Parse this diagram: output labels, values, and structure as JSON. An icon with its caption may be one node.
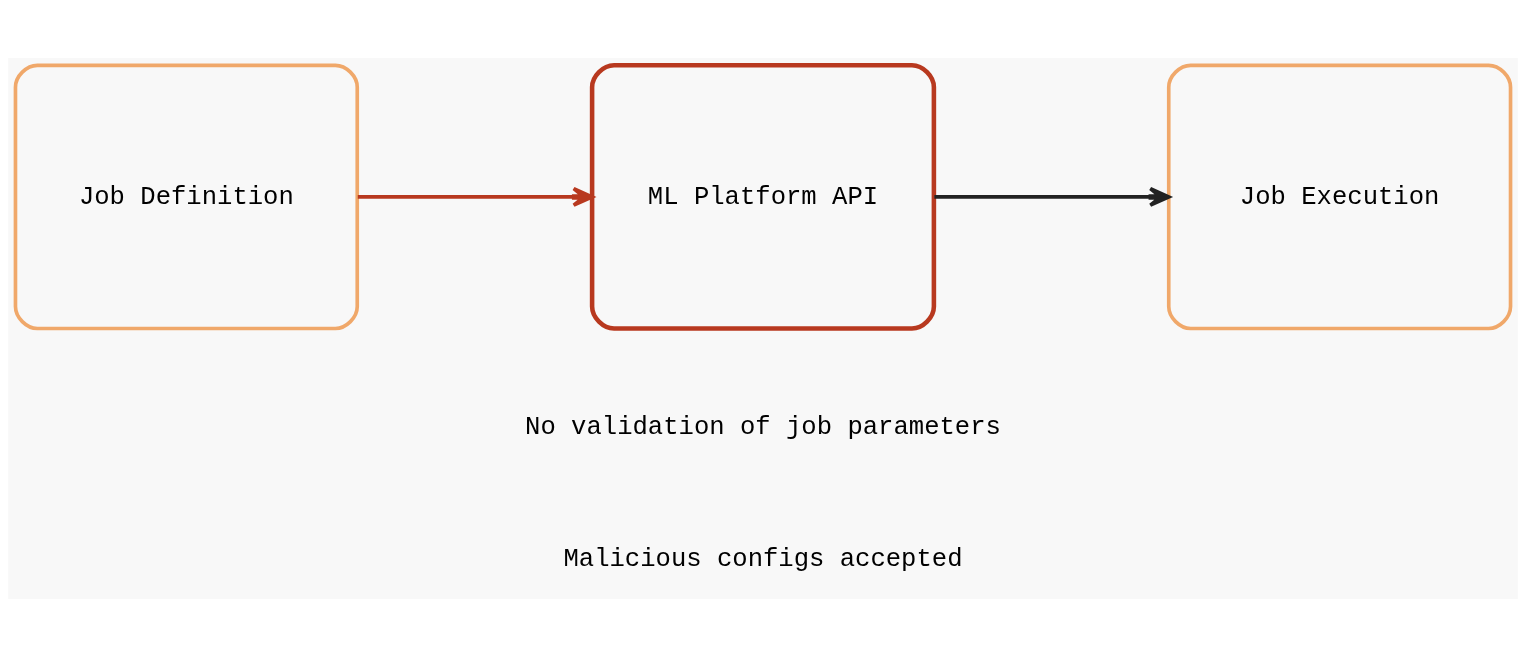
{
  "diagram": {
    "nodes": [
      {
        "text": [
          "Job Definition"
        ]
      },
      {
        "text": [
          "ML Platform API"
        ]
      },
      {
        "text": [
          "Job Execution"
        ]
      }
    ],
    "edges": [
      {
        "from": 0,
        "to": 1,
        "arrow": "to",
        "color": "#b8391f"
      },
      {
        "from": 1,
        "to": 2,
        "arrow": "to",
        "color": "#222222"
      }
    ],
    "labels": [
      "No validation of job parameters",
      "Malicious configs accepted"
    ]
  }
}
